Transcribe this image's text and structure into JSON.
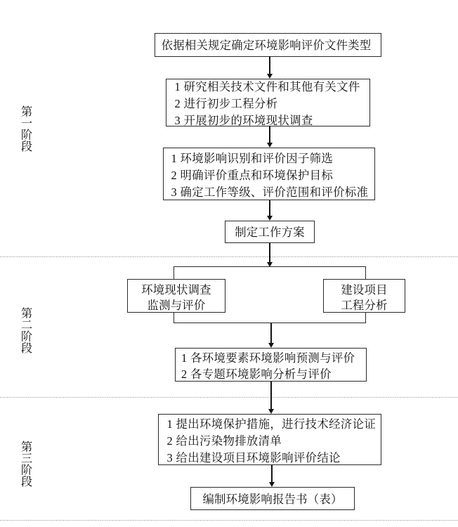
{
  "stages": [
    {
      "label": "第一阶段"
    },
    {
      "label": "第二阶段"
    },
    {
      "label": "第三阶段"
    }
  ],
  "steps": {
    "determine_type": {
      "text": "依据相关规定确定环境影响评价文件类型"
    },
    "preliminary": {
      "lines": [
        "1 研究相关技术文件和其他有关文件",
        "2 进行初步工程分析",
        "3 开展初步的环境现状调查"
      ]
    },
    "screening": {
      "lines": [
        "1 环境影响识别和评价因子筛选",
        "2 明确评价重点和环境保护目标",
        "3 确定工作等级、评价范围和评价标准"
      ]
    },
    "work_plan": {
      "text": "制定工作方案"
    },
    "branch_left": {
      "lines": [
        "环境现状调查",
        "监测与评价"
      ]
    },
    "branch_right": {
      "lines": [
        "建设项目",
        "工程分析"
      ]
    },
    "prediction": {
      "lines": [
        "1 各环境要素环境影响预测与评价",
        "2 各专题环境影响分析与评价"
      ]
    },
    "measures": {
      "lines": [
        "1 提出环境保护措施，进行技术经济论证",
        "2 给出污染物排放清单",
        "3 给出建设项目环境影响评价结论"
      ]
    },
    "report": {
      "text": "编制环境影响报告书（表）"
    }
  },
  "colors": {
    "background": "#ffffff",
    "box_border": "#2a2a2a",
    "arrow": "#141414",
    "text": "#111111",
    "separator_dots": "#7d7d7d"
  }
}
